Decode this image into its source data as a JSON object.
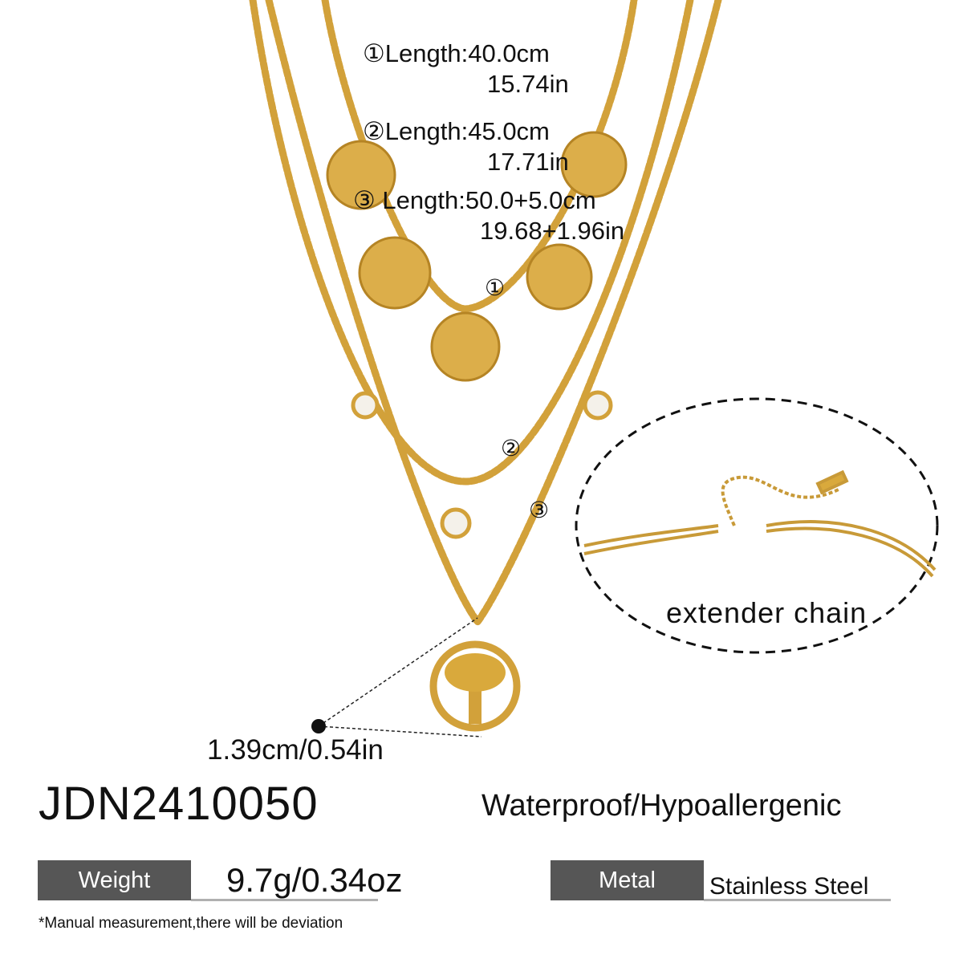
{
  "lengths": [
    {
      "marker": "①",
      "label": "Length:40.0cm",
      "inch": "15.74in"
    },
    {
      "marker": "②",
      "label": "Length:45.0cm",
      "inch": "17.71in"
    },
    {
      "marker": "③",
      "label": "Length:50.0+5.0cm",
      "inch": "19.68+1.96in"
    }
  ],
  "chain_markers": [
    "①",
    "②",
    "③"
  ],
  "pendant_size": "1.39cm/0.54in",
  "extender_label": "extender chain",
  "sku": "JDN2410050",
  "features": "Waterproof/Hypoallergenic",
  "specs": {
    "weight_label": "Weight",
    "weight_value": "9.7g/0.34oz",
    "metal_label": "Metal",
    "metal_value": "Stainless Steel"
  },
  "note": "*Manual measurement,there will be deviation",
  "colors": {
    "gold": "#d9a93c",
    "gold_dark": "#b58424",
    "label_bg": "#565656"
  }
}
